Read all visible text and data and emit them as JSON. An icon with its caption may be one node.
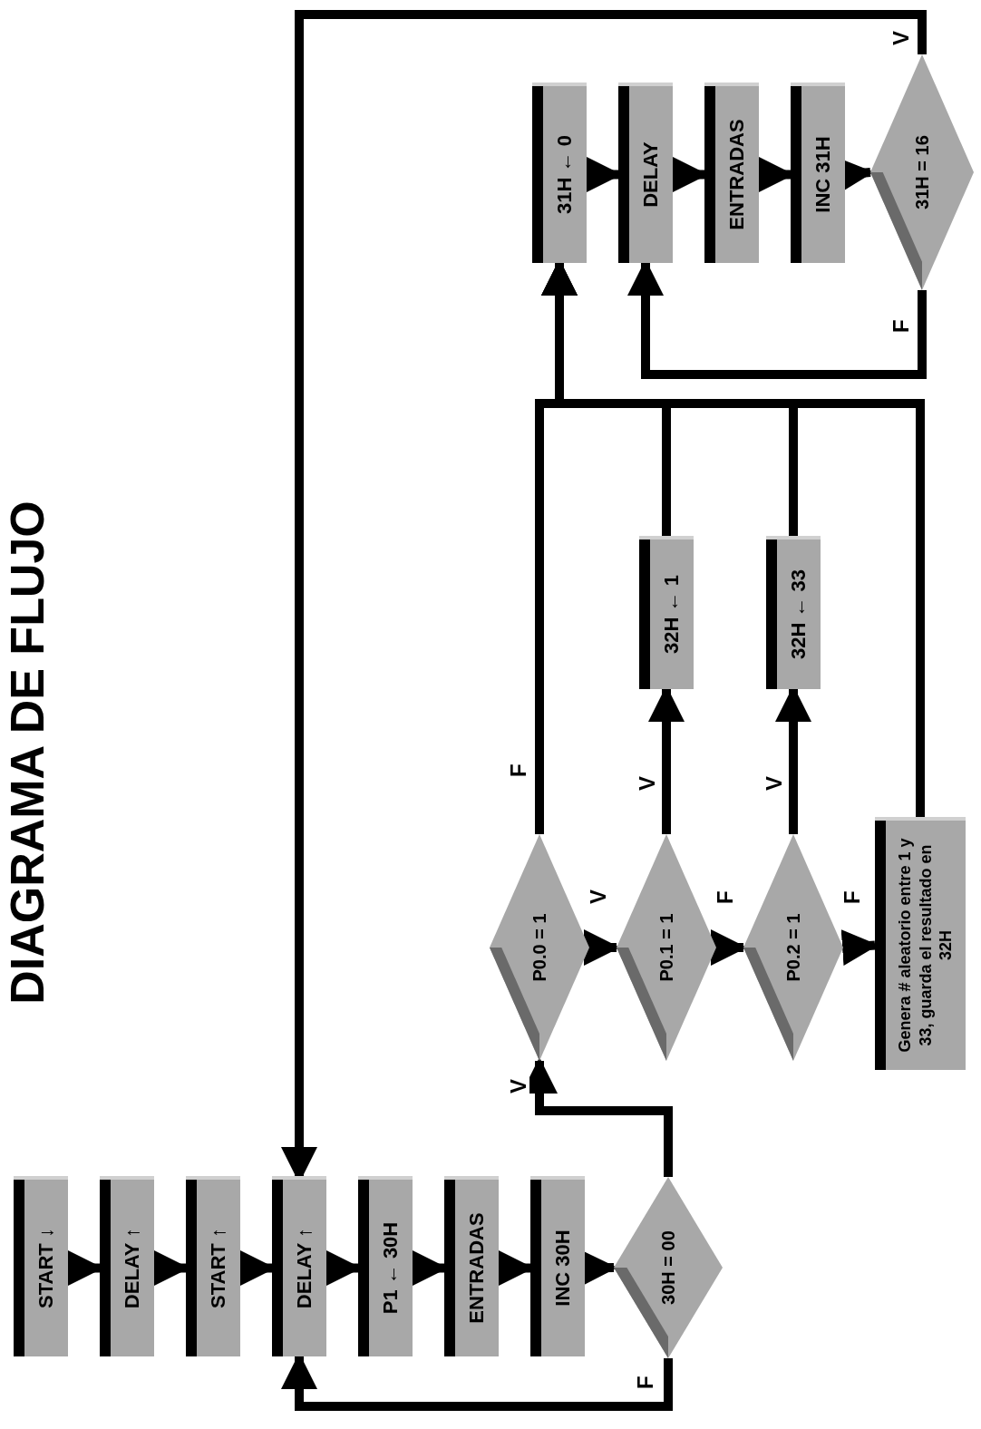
{
  "diagram": {
    "title": "DIAGRAMA DE FLUJO",
    "nodes": [
      {
        "text": [
          "START ↓"
        ]
      },
      {
        "text": [
          "DELAY ↑"
        ]
      },
      {
        "text": [
          "START ↑"
        ]
      },
      {
        "text": [
          "DELAY ↑"
        ]
      },
      {
        "text": [
          "P1 ← 30H"
        ]
      },
      {
        "text": [
          "ENTRADAS"
        ]
      },
      {
        "text": [
          "INC 30H"
        ]
      },
      {
        "text": [
          "30H = 00"
        ]
      },
      {
        "text": [
          "P0.0 = 1"
        ]
      },
      {
        "text": [
          "P0.1 = 1"
        ]
      },
      {
        "text": [
          "P0.2 = 1"
        ]
      },
      {
        "text": [
          "Genera # aleatorio entre 1 y 33, guarda el resultado en 32H"
        ]
      },
      {
        "text": [
          "32H ← 1"
        ]
      },
      {
        "text": [
          "32H ← 33"
        ]
      },
      {
        "text": [
          "31H ← 0"
        ]
      },
      {
        "text": [
          "DELAY"
        ]
      },
      {
        "text": [
          "ENTRADAS"
        ]
      },
      {
        "text": [
          "INC 31H"
        ]
      },
      {
        "text": [
          "31H = 16"
        ]
      }
    ],
    "edges": [
      {
        "from": 0,
        "to": 1,
        "arrow": "to"
      },
      {
        "from": 1,
        "to": 2,
        "arrow": "to"
      },
      {
        "from": 2,
        "to": 3,
        "arrow": "to"
      },
      {
        "from": 3,
        "to": 4,
        "arrow": "to"
      },
      {
        "from": 4,
        "to": 5,
        "arrow": "to"
      },
      {
        "from": 5,
        "to": 6,
        "arrow": "to"
      },
      {
        "from": 6,
        "to": 7,
        "arrow": "to"
      },
      {
        "from": 7,
        "to": 3,
        "arrow": "to",
        "label": "F"
      },
      {
        "from": 7,
        "to": 8,
        "arrow": "to",
        "label": "V"
      },
      {
        "from": 8,
        "to": 9,
        "arrow": "to",
        "label": "V"
      },
      {
        "from": 9,
        "to": 10,
        "arrow": "to",
        "label": "F"
      },
      {
        "from": 10,
        "to": 11,
        "arrow": "to",
        "label": "F"
      },
      {
        "from": 8,
        "to": 14,
        "arrow": "to",
        "label": "F"
      },
      {
        "from": 9,
        "to": 12,
        "arrow": "to",
        "label": "V"
      },
      {
        "from": 10,
        "to": 13,
        "arrow": "to",
        "label": "V"
      },
      {
        "from": 12,
        "to": 14,
        "arrow": "to"
      },
      {
        "from": 13,
        "to": 14,
        "arrow": "to"
      },
      {
        "from": 11,
        "to": 14,
        "arrow": "to"
      },
      {
        "from": 14,
        "to": 15,
        "arrow": "to"
      },
      {
        "from": 15,
        "to": 16,
        "arrow": "to"
      },
      {
        "from": 16,
        "to": 17,
        "arrow": "to"
      },
      {
        "from": 17,
        "to": 18,
        "arrow": "to"
      },
      {
        "from": 18,
        "to": 15,
        "arrow": "to",
        "label": "F"
      },
      {
        "from": 18,
        "to": 3,
        "arrow": "to",
        "label": "V"
      }
    ]
  }
}
